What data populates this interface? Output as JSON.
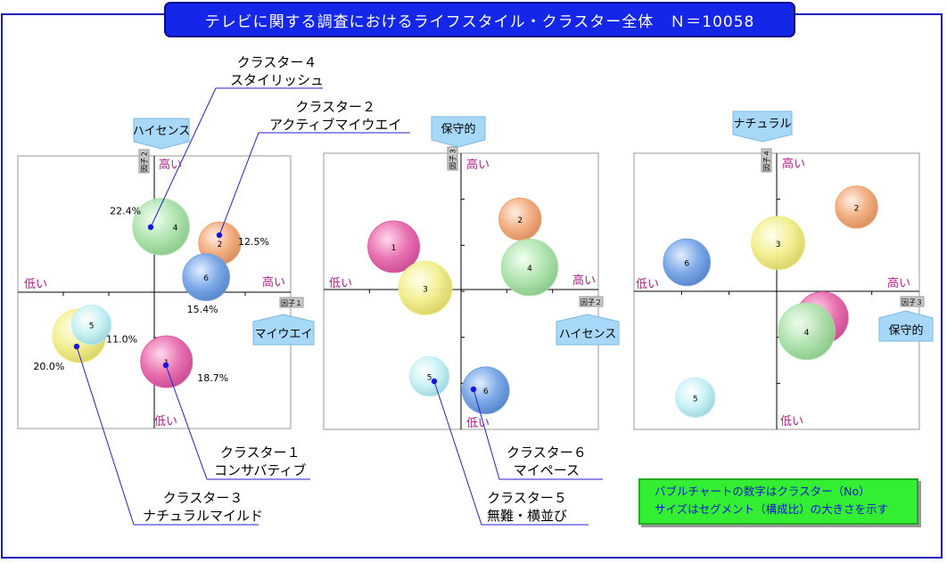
{
  "title": "テレビに関する調査におけるライフスタイル・クラスター全体　Ｎ＝10058",
  "legend_note": {
    "line1": "バブルチャートの数字はクラスター（No）",
    "line2": "サイズはセグメント（構成比）の大きさを示す"
  },
  "cluster_captions": [
    {
      "no": "4",
      "line1": "クラスター４",
      "line2": "スタイリッシュ"
    },
    {
      "no": "2",
      "line1": "クラスター２",
      "line2": "アクティブマイウエイ"
    },
    {
      "no": "1",
      "line1": "クラスター１",
      "line2": "コンサバティブ"
    },
    {
      "no": "3",
      "line1": "クラスター３",
      "line2": "ナチュラルマイルド"
    },
    {
      "no": "6",
      "line1": "クラスター６",
      "line2": "マイペース"
    },
    {
      "no": "5",
      "line1": "クラスター５",
      "line2": "無難・横並び"
    }
  ],
  "colors": {
    "c1": "#e05aa0",
    "c2": "#f0a070",
    "c3": "#f0ec88",
    "c4": "#a8e0a8",
    "c5": "#bfeef2",
    "c6": "#6f9fe0",
    "frame": "#1c1cbf",
    "low_high": "#b0208a",
    "tag_fill": "#a8d8f8"
  },
  "chart_data": [
    {
      "type": "scatter",
      "xlabel": "因子１",
      "ylabel": "因子２",
      "x_low": "低い",
      "x_high": "高い",
      "y_low": "低い",
      "y_high": "高い",
      "x_tag": "マイウエイ",
      "y_tag": "ハイセンス",
      "xlim": [
        -1,
        1
      ],
      "ylim": [
        -1,
        1
      ],
      "bubbles": [
        {
          "id": "4",
          "x": 0.05,
          "y": 0.48,
          "share": 22.4,
          "share_label": "22.4%"
        },
        {
          "id": "2",
          "x": 0.48,
          "y": 0.36,
          "share": 12.5,
          "share_label": "12.5%"
        },
        {
          "id": "6",
          "x": 0.38,
          "y": 0.11,
          "share": 15.4,
          "share_label": "15.4%"
        },
        {
          "id": "3",
          "x": -0.55,
          "y": -0.32,
          "share": 20.0,
          "share_label": "20.0%"
        },
        {
          "id": "5",
          "x": -0.46,
          "y": -0.24,
          "share": 11.0,
          "share_label": "11.0%"
        },
        {
          "id": "1",
          "x": 0.09,
          "y": -0.51,
          "share": 18.7,
          "share_label": "18.7%"
        }
      ]
    },
    {
      "type": "scatter",
      "xlabel": "因子２",
      "ylabel": "因子３",
      "x_low": "低い",
      "x_high": "高い",
      "y_low": "低い",
      "y_high": "高い",
      "x_tag": "ハイセンス",
      "y_tag": "保守的",
      "xlim": [
        -1,
        1
      ],
      "ylim": [
        -1,
        1
      ],
      "bubbles": [
        {
          "id": "1",
          "x": -0.49,
          "y": 0.31,
          "share": 18.7
        },
        {
          "id": "2",
          "x": 0.43,
          "y": 0.51,
          "share": 12.5
        },
        {
          "id": "4",
          "x": 0.5,
          "y": 0.16,
          "share": 22.4
        },
        {
          "id": "3",
          "x": -0.26,
          "y": 0.01,
          "share": 20.0
        },
        {
          "id": "5",
          "x": -0.23,
          "y": -0.63,
          "share": 11.0
        },
        {
          "id": "6",
          "x": 0.18,
          "y": -0.73,
          "share": 15.4
        }
      ]
    },
    {
      "type": "scatter",
      "xlabel": "因子３",
      "ylabel": "因子４",
      "x_low": "低い",
      "x_high": "高い",
      "y_low": "低い",
      "y_high": "高い",
      "x_tag": "保守的",
      "y_tag": "ナチュラル",
      "xlim": [
        -1,
        1
      ],
      "ylim": [
        -1,
        1
      ],
      "bubbles": [
        {
          "id": "2",
          "x": 0.56,
          "y": 0.61,
          "share": 12.5
        },
        {
          "id": "3",
          "x": 0.01,
          "y": 0.35,
          "share": 20.0
        },
        {
          "id": "6",
          "x": -0.63,
          "y": 0.21,
          "share": 15.4
        },
        {
          "id": "1",
          "x": 0.32,
          "y": -0.19,
          "share": 18.7
        },
        {
          "id": "4",
          "x": 0.21,
          "y": -0.29,
          "share": 22.4
        },
        {
          "id": "5",
          "x": -0.57,
          "y": -0.77,
          "share": 11.0
        }
      ]
    }
  ]
}
